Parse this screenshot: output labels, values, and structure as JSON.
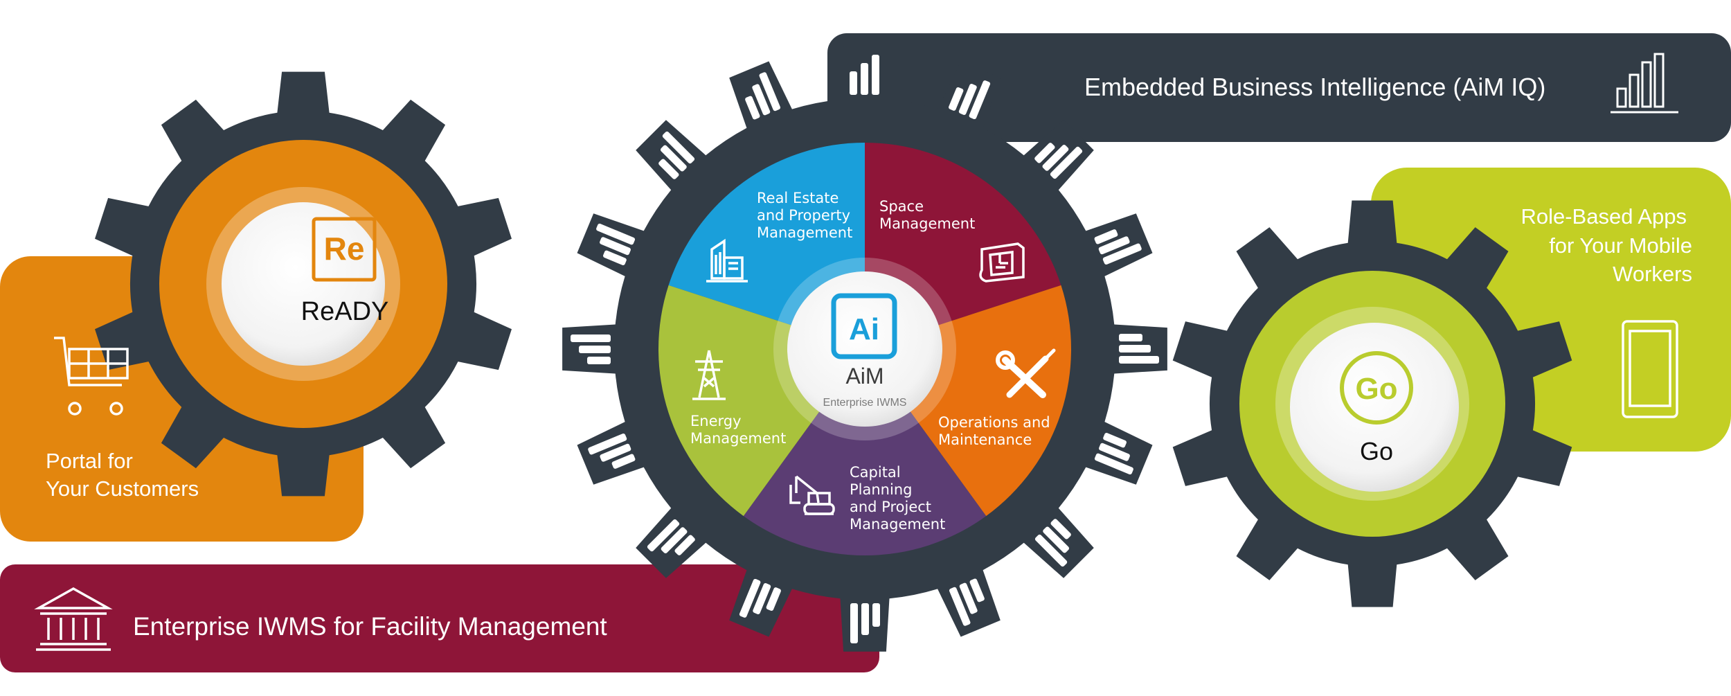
{
  "panels": {
    "bi": {
      "label": "Embedded Business Intelligence (AiM IQ)",
      "icon": "bar-chart-icon"
    },
    "mobile": {
      "lines": [
        "Role-Based Apps",
        "for Your Mobile",
        "Workers"
      ],
      "icon": "mobile-device-icon"
    },
    "portal": {
      "lines": [
        "Portal for",
        "Your Customers"
      ],
      "icon": "shopping-cart-icon"
    },
    "iwms": {
      "label": "Enterprise IWMS for Facility Management",
      "icon": "building-columns-icon"
    }
  },
  "gears": {
    "ready": {
      "badge": "Re",
      "label": "ReADY",
      "color": "#E3860E"
    },
    "go": {
      "badge": "Go",
      "label": "Go",
      "color": "#B9CC2E"
    },
    "aim": {
      "badge": "Ai",
      "label": "AiM",
      "sublabel": "Enterprise IWMS",
      "color": "#323C46"
    }
  },
  "segments": {
    "real_estate": {
      "lines": [
        "Real Estate",
        "and Property",
        "Management"
      ],
      "color": "#1A9FDA",
      "icon": "office-building-icon"
    },
    "space": {
      "lines": [
        "Space",
        "Management"
      ],
      "color": "#8E1538",
      "icon": "floor-plan-icon"
    },
    "operations": {
      "lines": [
        "Operations and",
        "Maintenance"
      ],
      "color": "#E8700E",
      "icon": "wrench-screwdriver-icon"
    },
    "capital": {
      "lines": [
        "Capital",
        "Planning",
        "and Project",
        "Management"
      ],
      "color": "#5B3D73",
      "icon": "crane-icon"
    },
    "energy": {
      "lines": [
        "Energy",
        "Management"
      ],
      "color": "#A9C23C",
      "icon": "power-tower-icon"
    }
  },
  "colors": {
    "dark_gear": "#323C46",
    "portal_orange": "#E3860E",
    "iwms_maroon": "#8E1538",
    "mobile_green": "#C3CF24",
    "aim_blue": "#1A9FDA"
  }
}
